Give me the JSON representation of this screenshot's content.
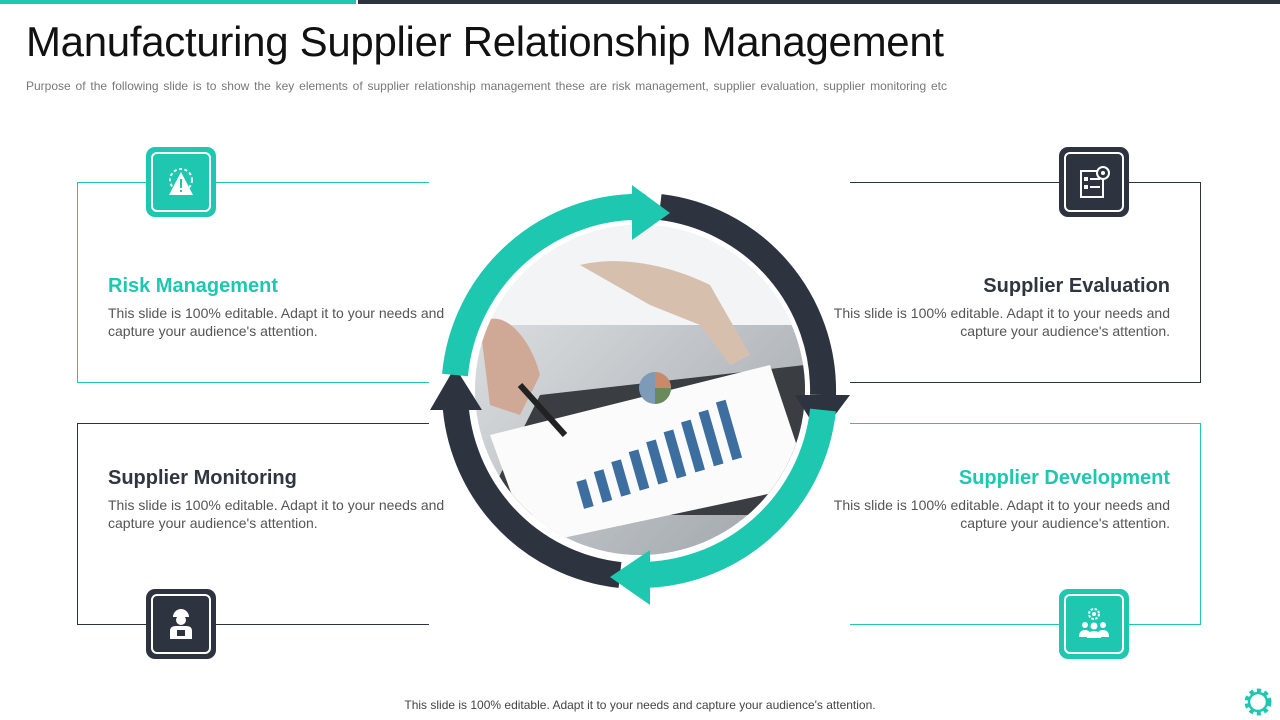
{
  "title": "Manufacturing Supplier Relationship Management",
  "subtitle": "Purpose of the following slide is to show the key elements of supplier relationship management these are risk management, supplier evaluation, supplier monitoring etc",
  "colors": {
    "teal": "#1ec8b0",
    "dark": "#2d3440"
  },
  "cards": {
    "risk_management": {
      "title": "Risk Management",
      "text": "This slide is 100% editable. Adapt it to your needs and capture your audience's attention.",
      "icon": "warning-gear-icon"
    },
    "supplier_evaluation": {
      "title": "Supplier Evaluation",
      "text": "This slide is 100% editable. Adapt it to your needs and capture your audience's attention.",
      "icon": "checklist-gear-icon"
    },
    "supplier_monitoring": {
      "title": "Supplier Monitoring",
      "text": "This slide is 100% editable. Adapt it to your needs and capture your audience's attention.",
      "icon": "worker-icon"
    },
    "supplier_development": {
      "title": "Supplier Development",
      "text": "This slide is 100% editable. Adapt it to your needs and capture your audience's attention.",
      "icon": "team-gear-icon"
    }
  },
  "center_image": "photo-hand-chart-documents",
  "footer": "This slide is 100% editable. Adapt it to your needs and capture your audience's attention.",
  "corner_icon": "gear-icon"
}
